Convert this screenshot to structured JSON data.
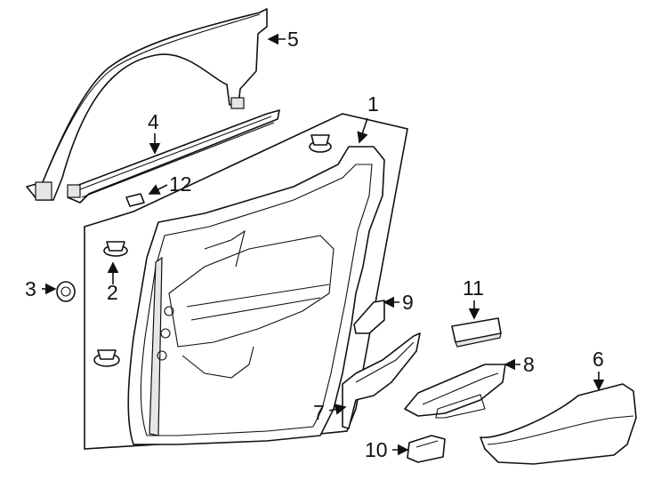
{
  "callouts": [
    {
      "id": "1",
      "label": "1"
    },
    {
      "id": "2",
      "label": "2"
    },
    {
      "id": "3",
      "label": "3"
    },
    {
      "id": "4",
      "label": "4"
    },
    {
      "id": "5",
      "label": "5"
    },
    {
      "id": "6",
      "label": "6"
    },
    {
      "id": "7",
      "label": "7"
    },
    {
      "id": "8",
      "label": "8"
    },
    {
      "id": "9",
      "label": "9"
    },
    {
      "id": "10",
      "label": "10"
    },
    {
      "id": "11",
      "label": "11"
    },
    {
      "id": "12",
      "label": "12"
    }
  ],
  "colors": {
    "line": "#111111",
    "background": "#ffffff",
    "shade": "#e6e6e6"
  }
}
